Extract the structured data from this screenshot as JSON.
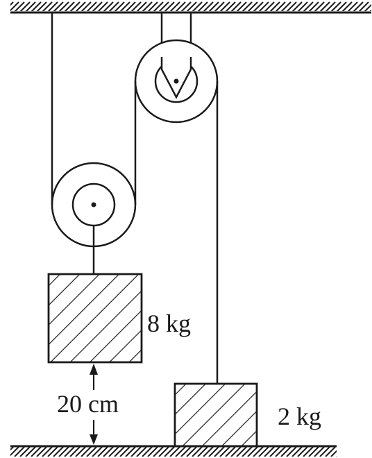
{
  "labels": {
    "heavy_block_mass": "8 kg",
    "light_block_mass": "2 kg",
    "height_gap": "20 cm"
  },
  "colors": {
    "ink": "#1a1a1a",
    "background": "#ffffff"
  }
}
